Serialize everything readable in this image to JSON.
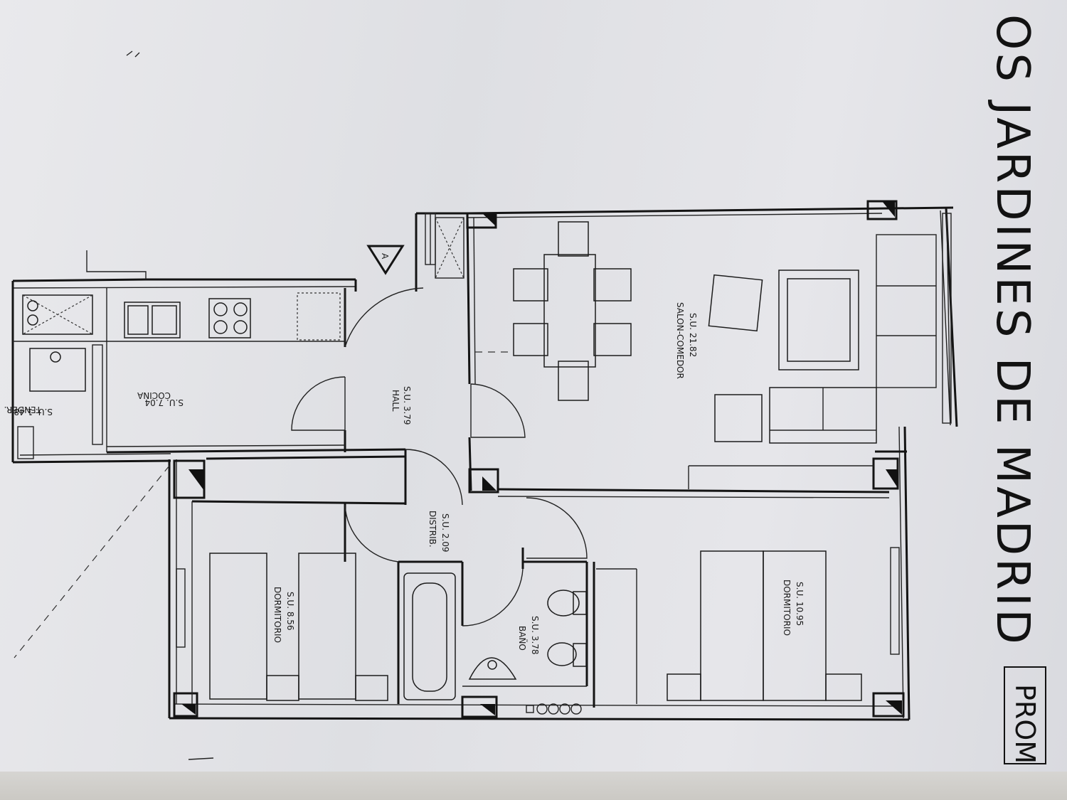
{
  "title": "OS JARDINES DE MADRID",
  "badge": "PROM",
  "arrow_marker": "A",
  "handwriting": "",
  "rooms": {
    "tender": {
      "name": "TENDER.",
      "area": "S.U. 1.48"
    },
    "cocina": {
      "name": "COCINA",
      "area": "S.U. 7.04"
    },
    "hall": {
      "name": "HALL",
      "area": "S.U. 3.79"
    },
    "salon": {
      "name": "SALON-COMEDOR",
      "area": "S.U. 21.82"
    },
    "distrib": {
      "name": "DISTRIB.",
      "area": "S.U. 2.09"
    },
    "dormitorio_1": {
      "name": "DORMITORIO",
      "area": "S.U. 8.56"
    },
    "bano": {
      "name": "BAÑO",
      "area": "S.U. 3.78"
    },
    "dormitorio_2": {
      "name": "DORMITORIO",
      "area": "S.U. 10.95"
    }
  }
}
